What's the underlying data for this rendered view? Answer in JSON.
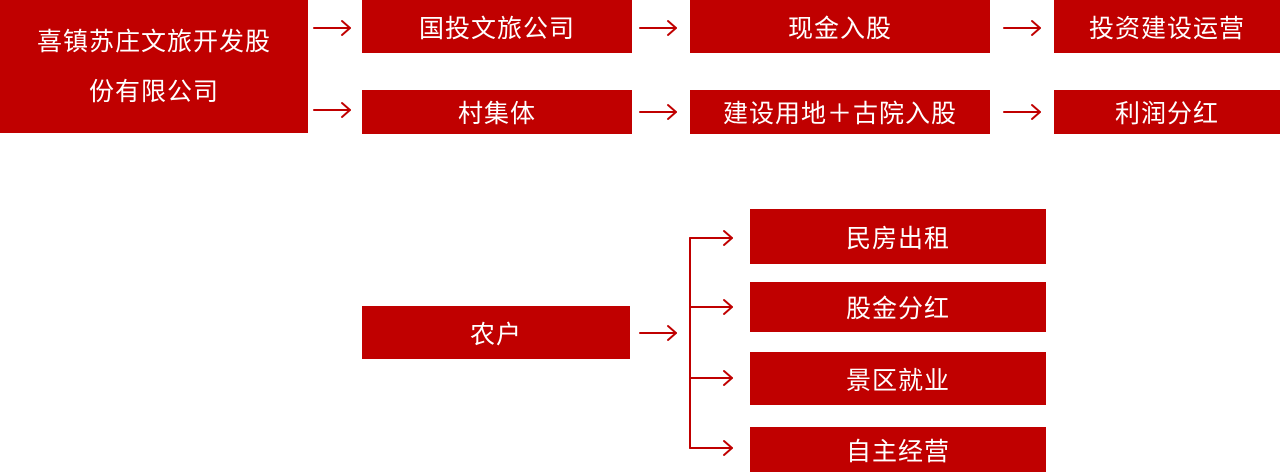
{
  "colors": {
    "box_fill": "#c00000",
    "box_text": "#ffffff",
    "arrow": "#c00000",
    "background": "#ffffff"
  },
  "root": {
    "line1": "喜镇苏庄文旅开发股",
    "line2": "份有限公司"
  },
  "row1": {
    "party": "国投文旅公司",
    "contribution": "现金入股",
    "return": "投资建设运营"
  },
  "row2": {
    "party": "村集体",
    "contribution": "建设用地＋古院入股",
    "return": "利润分红"
  },
  "farmer": {
    "party": "农户",
    "benefits": [
      "民房出租",
      "股金分红",
      "景区就业",
      "自主经营"
    ]
  }
}
